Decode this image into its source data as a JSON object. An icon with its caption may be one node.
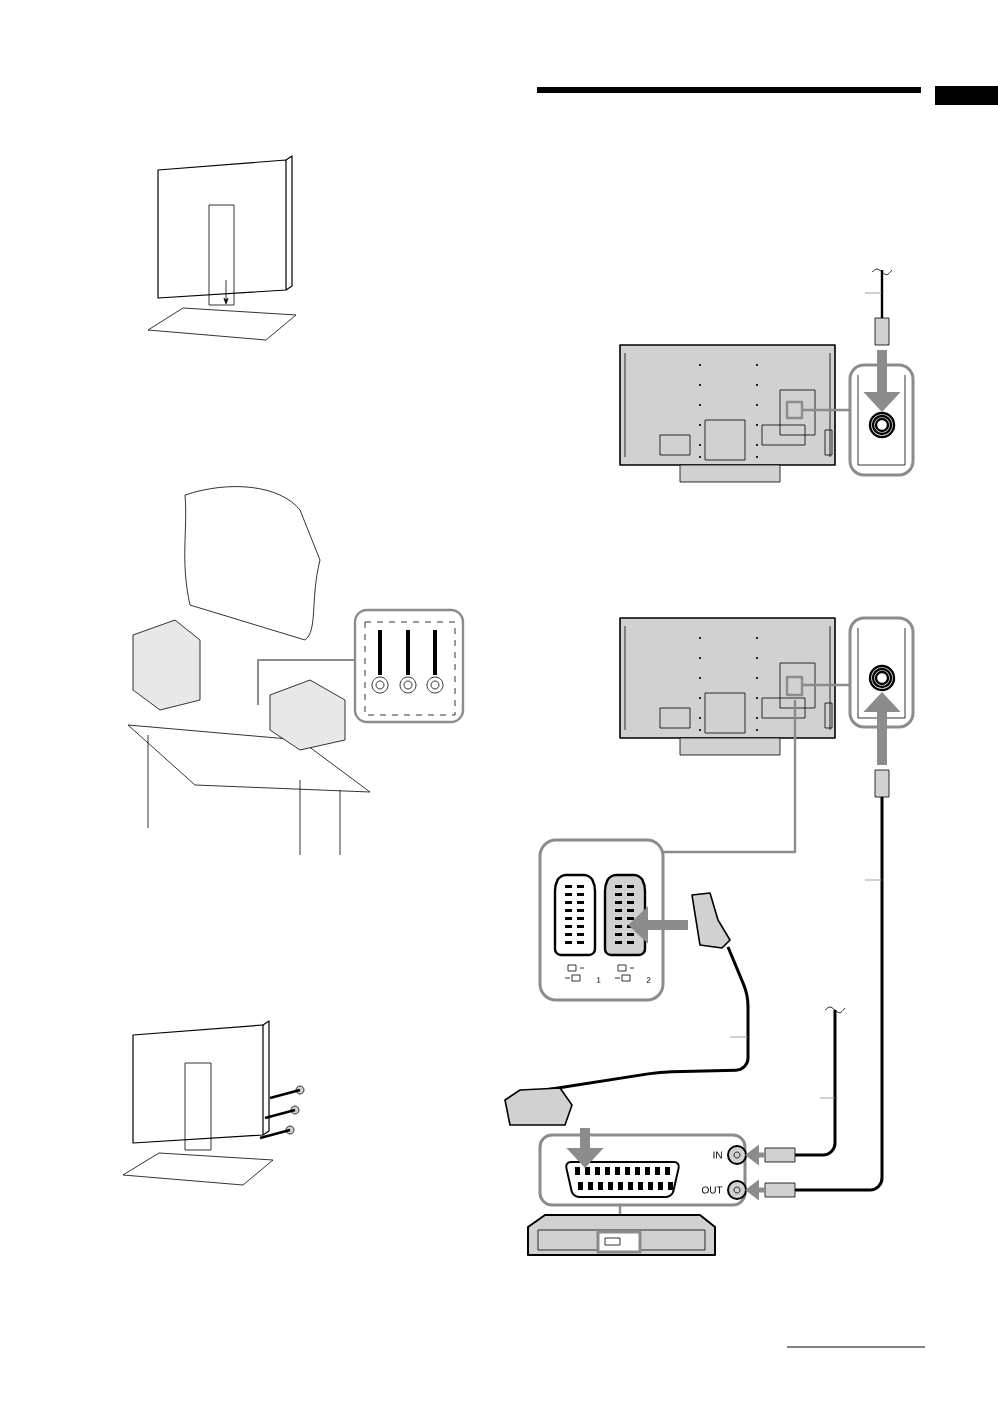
{
  "diagram": {
    "labels": [
      "1",
      "2",
      "IN",
      "OUT"
    ]
  }
}
